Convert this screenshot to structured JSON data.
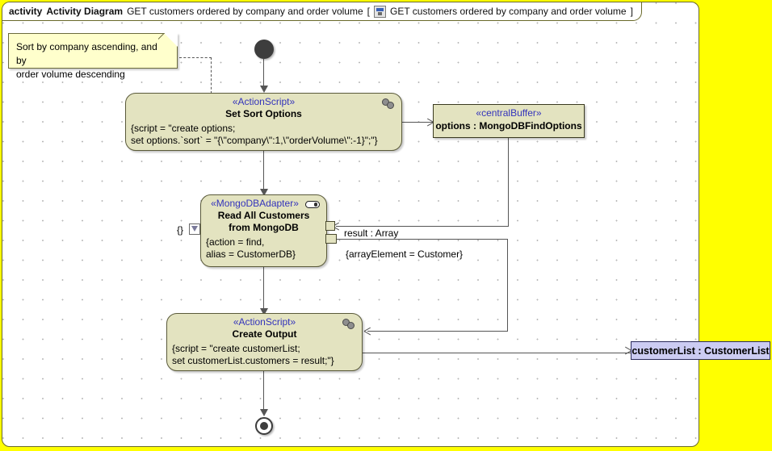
{
  "frame": {
    "keyword": "activity",
    "diagram_type": "Activity Diagram",
    "name": "GET customers ordered by company and order volume",
    "bracket_open": "[",
    "param_icon": "activity-parameter-icon",
    "param_name": "GET customers ordered by company and order volume",
    "bracket_close": "]"
  },
  "note": {
    "line1": "Sort by company ascending, and by",
    "line2": "order volume descending"
  },
  "nodes": {
    "set_sort_options": {
      "stereotype": "«ActionScript»",
      "name": "Set Sort Options",
      "body_line1": "{script = \"create options;",
      "body_line2": "set options.`sort` = \"{\\\"company\\\":1,\\\"orderVolume\\\":-1}\";\"}",
      "icon": "script-gears-icon"
    },
    "options_buffer": {
      "stereotype": "«centralBuffer»",
      "name": "options : MongoDBFindOptions"
    },
    "read_all_customers": {
      "stereotype": "«MongoDBAdapter»",
      "name_line1": "Read All Customers",
      "name_line2": "from MongoDB",
      "body_line1": "{action = find,",
      "body_line2": "alias = CustomerDB}",
      "icon": "adapter-capsule-icon",
      "input_pin_label": "{}"
    },
    "create_output": {
      "stereotype": "«ActionScript»",
      "name": "Create Output",
      "body_line1": "{script = \"create customerList;",
      "body_line2": "set customerList.customers = result;\"}",
      "icon": "script-gears-icon"
    },
    "customer_list_param": {
      "label": "customerList : CustomerList"
    }
  },
  "edges": {
    "result_label": "result : Array",
    "result_constraint": "{arrayElement = Customer}"
  },
  "colors": {
    "canvas_outside": "#ffff00",
    "node_fill": "#e3e3c0",
    "note_fill": "#ffffcc",
    "param_fill": "#ccccf2",
    "stereotype_text": "#3333bb",
    "edge": "#555555",
    "frame_border": "#6a6a2a"
  }
}
